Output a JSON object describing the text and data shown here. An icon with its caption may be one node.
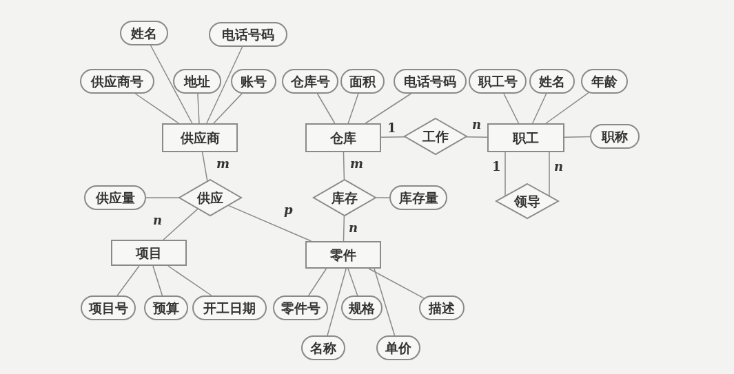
{
  "diagram": {
    "nodes": [
      {
        "text": [
          "姓名"
        ]
      },
      {
        "text": [
          "电话号码"
        ]
      },
      {
        "text": [
          "供应商号"
        ]
      },
      {
        "text": [
          "地址"
        ]
      },
      {
        "text": [
          "账号"
        ]
      },
      {
        "text": [
          "仓库号"
        ]
      },
      {
        "text": [
          "面积"
        ]
      },
      {
        "text": [
          "电话号码"
        ]
      },
      {
        "text": [
          "职工号"
        ]
      },
      {
        "text": [
          "姓名"
        ]
      },
      {
        "text": [
          "年龄"
        ]
      },
      {
        "text": [
          "供应商"
        ]
      },
      {
        "text": [
          "仓库"
        ]
      },
      {
        "text": [
          "工作"
        ]
      },
      {
        "text": [
          "职工"
        ]
      },
      {
        "text": [
          "职称"
        ]
      },
      {
        "text": [
          "供应量"
        ]
      },
      {
        "text": [
          "供应"
        ]
      },
      {
        "text": [
          "库存"
        ]
      },
      {
        "text": [
          "库存量"
        ]
      },
      {
        "text": [
          "领导"
        ]
      },
      {
        "text": [
          "项目"
        ]
      },
      {
        "text": [
          "零件"
        ]
      },
      {
        "text": [
          "项目号"
        ]
      },
      {
        "text": [
          "预算"
        ]
      },
      {
        "text": [
          "开工日期"
        ]
      },
      {
        "text": [
          "零件号"
        ]
      },
      {
        "text": [
          "规格"
        ]
      },
      {
        "text": [
          "描述"
        ]
      },
      {
        "text": [
          "名称"
        ]
      },
      {
        "text": [
          "单价"
        ]
      }
    ],
    "edges": [
      {
        "from": 11,
        "to": 2,
        "arrow": "none"
      },
      {
        "from": 11,
        "to": 0,
        "arrow": "none"
      },
      {
        "from": 11,
        "to": 3,
        "arrow": "none"
      },
      {
        "from": 11,
        "to": 1,
        "arrow": "none"
      },
      {
        "from": 11,
        "to": 4,
        "arrow": "none"
      },
      {
        "from": 12,
        "to": 5,
        "arrow": "none"
      },
      {
        "from": 12,
        "to": 6,
        "arrow": "none"
      },
      {
        "from": 12,
        "to": 7,
        "arrow": "none"
      },
      {
        "from": 14,
        "to": 8,
        "arrow": "none"
      },
      {
        "from": 14,
        "to": 9,
        "arrow": "none"
      },
      {
        "from": 14,
        "to": 10,
        "arrow": "none"
      },
      {
        "from": 12,
        "to": 13,
        "arrow": "none",
        "label": "1"
      },
      {
        "from": 13,
        "to": 14,
        "arrow": "none",
        "label": "n"
      },
      {
        "from": 14,
        "to": 15,
        "arrow": "none"
      },
      {
        "from": 11,
        "to": 17,
        "arrow": "none",
        "label": "m"
      },
      {
        "from": 17,
        "to": 16,
        "arrow": "none"
      },
      {
        "from": 17,
        "to": 21,
        "arrow": "none",
        "label": "n"
      },
      {
        "from": 17,
        "to": 22,
        "arrow": "none",
        "label": "p"
      },
      {
        "from": 12,
        "to": 18,
        "arrow": "none",
        "label": "m"
      },
      {
        "from": 18,
        "to": 19,
        "arrow": "none"
      },
      {
        "from": 18,
        "to": 22,
        "arrow": "none",
        "label": "n"
      },
      {
        "from": 14,
        "to": 20,
        "arrow": "none",
        "label": "1"
      },
      {
        "from": 14,
        "to": 20,
        "arrow": "none",
        "label": "n"
      },
      {
        "from": 21,
        "to": 23,
        "arrow": "none"
      },
      {
        "from": 21,
        "to": 24,
        "arrow": "none"
      },
      {
        "from": 21,
        "to": 25,
        "arrow": "none"
      },
      {
        "from": 22,
        "to": 26,
        "arrow": "none"
      },
      {
        "from": 22,
        "to": 29,
        "arrow": "none"
      },
      {
        "from": 22,
        "to": 27,
        "arrow": "none"
      },
      {
        "from": 22,
        "to": 30,
        "arrow": "none"
      },
      {
        "from": 22,
        "to": 28,
        "arrow": "none"
      }
    ]
  }
}
